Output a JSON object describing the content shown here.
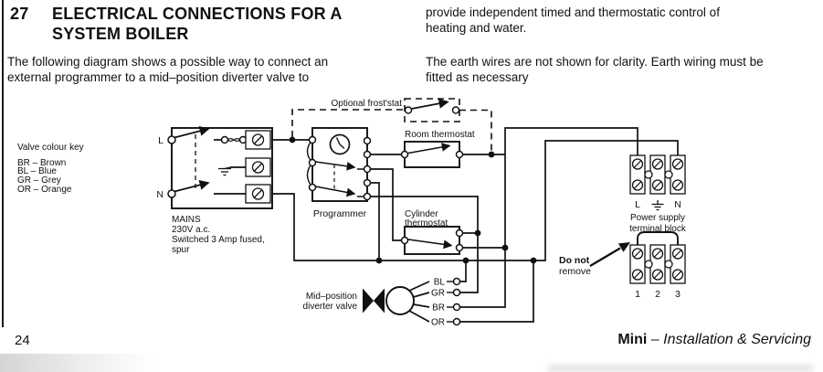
{
  "page": {
    "section_number": "27",
    "heading_line1": "ELECTRICAL CONNECTIONS FOR A",
    "heading_line2": "SYSTEM BOILER",
    "intro_left": [
      "The following diagram shows a possible way to connect an",
      "external programmer to a mid–position diverter valve to"
    ],
    "intro_right1": [
      "provide independent timed and thermostatic control of",
      "heating and water."
    ],
    "intro_right2": [
      "The earth wires are not shown for clarity. Earth wiring must be",
      "fitted as necessary"
    ],
    "footer": {
      "page_number": "24",
      "product": "Mini",
      "suffix": "– Installation & Servicing"
    }
  },
  "valve_key": {
    "title": "Valve colour key",
    "items": [
      "BR – Brown",
      "BL – Blue",
      "GR – Grey",
      "OR – Orange"
    ]
  },
  "diagram": {
    "labels": {
      "optional_frost_stat": "Optional frost'stat",
      "room_thermostat": "Room thermostat",
      "programmer": "Programmer",
      "cylinder_thermostat_line1": "Cylinder",
      "cylinder_thermostat_line2": "thermostat",
      "mains_line1": "MAINS",
      "mains_line2": "230V a.c.",
      "mains_line3": "Switched 3 Amp fused,",
      "mains_line4": "spur",
      "terminal_l": "L",
      "terminal_n": "N",
      "mid_position_line1": "Mid–position",
      "mid_position_line2": "diverter valve",
      "lead_bl": "BL",
      "lead_gr": "GR",
      "lead_br": "BR",
      "lead_or": "OR",
      "psu_l": "L",
      "psu_n": "N",
      "power_supply_line1": "Power supply",
      "power_supply_line2": "terminal block",
      "do_not": "Do not",
      "remove": "remove",
      "t1": "1",
      "t2": "2",
      "t3": "3"
    }
  }
}
